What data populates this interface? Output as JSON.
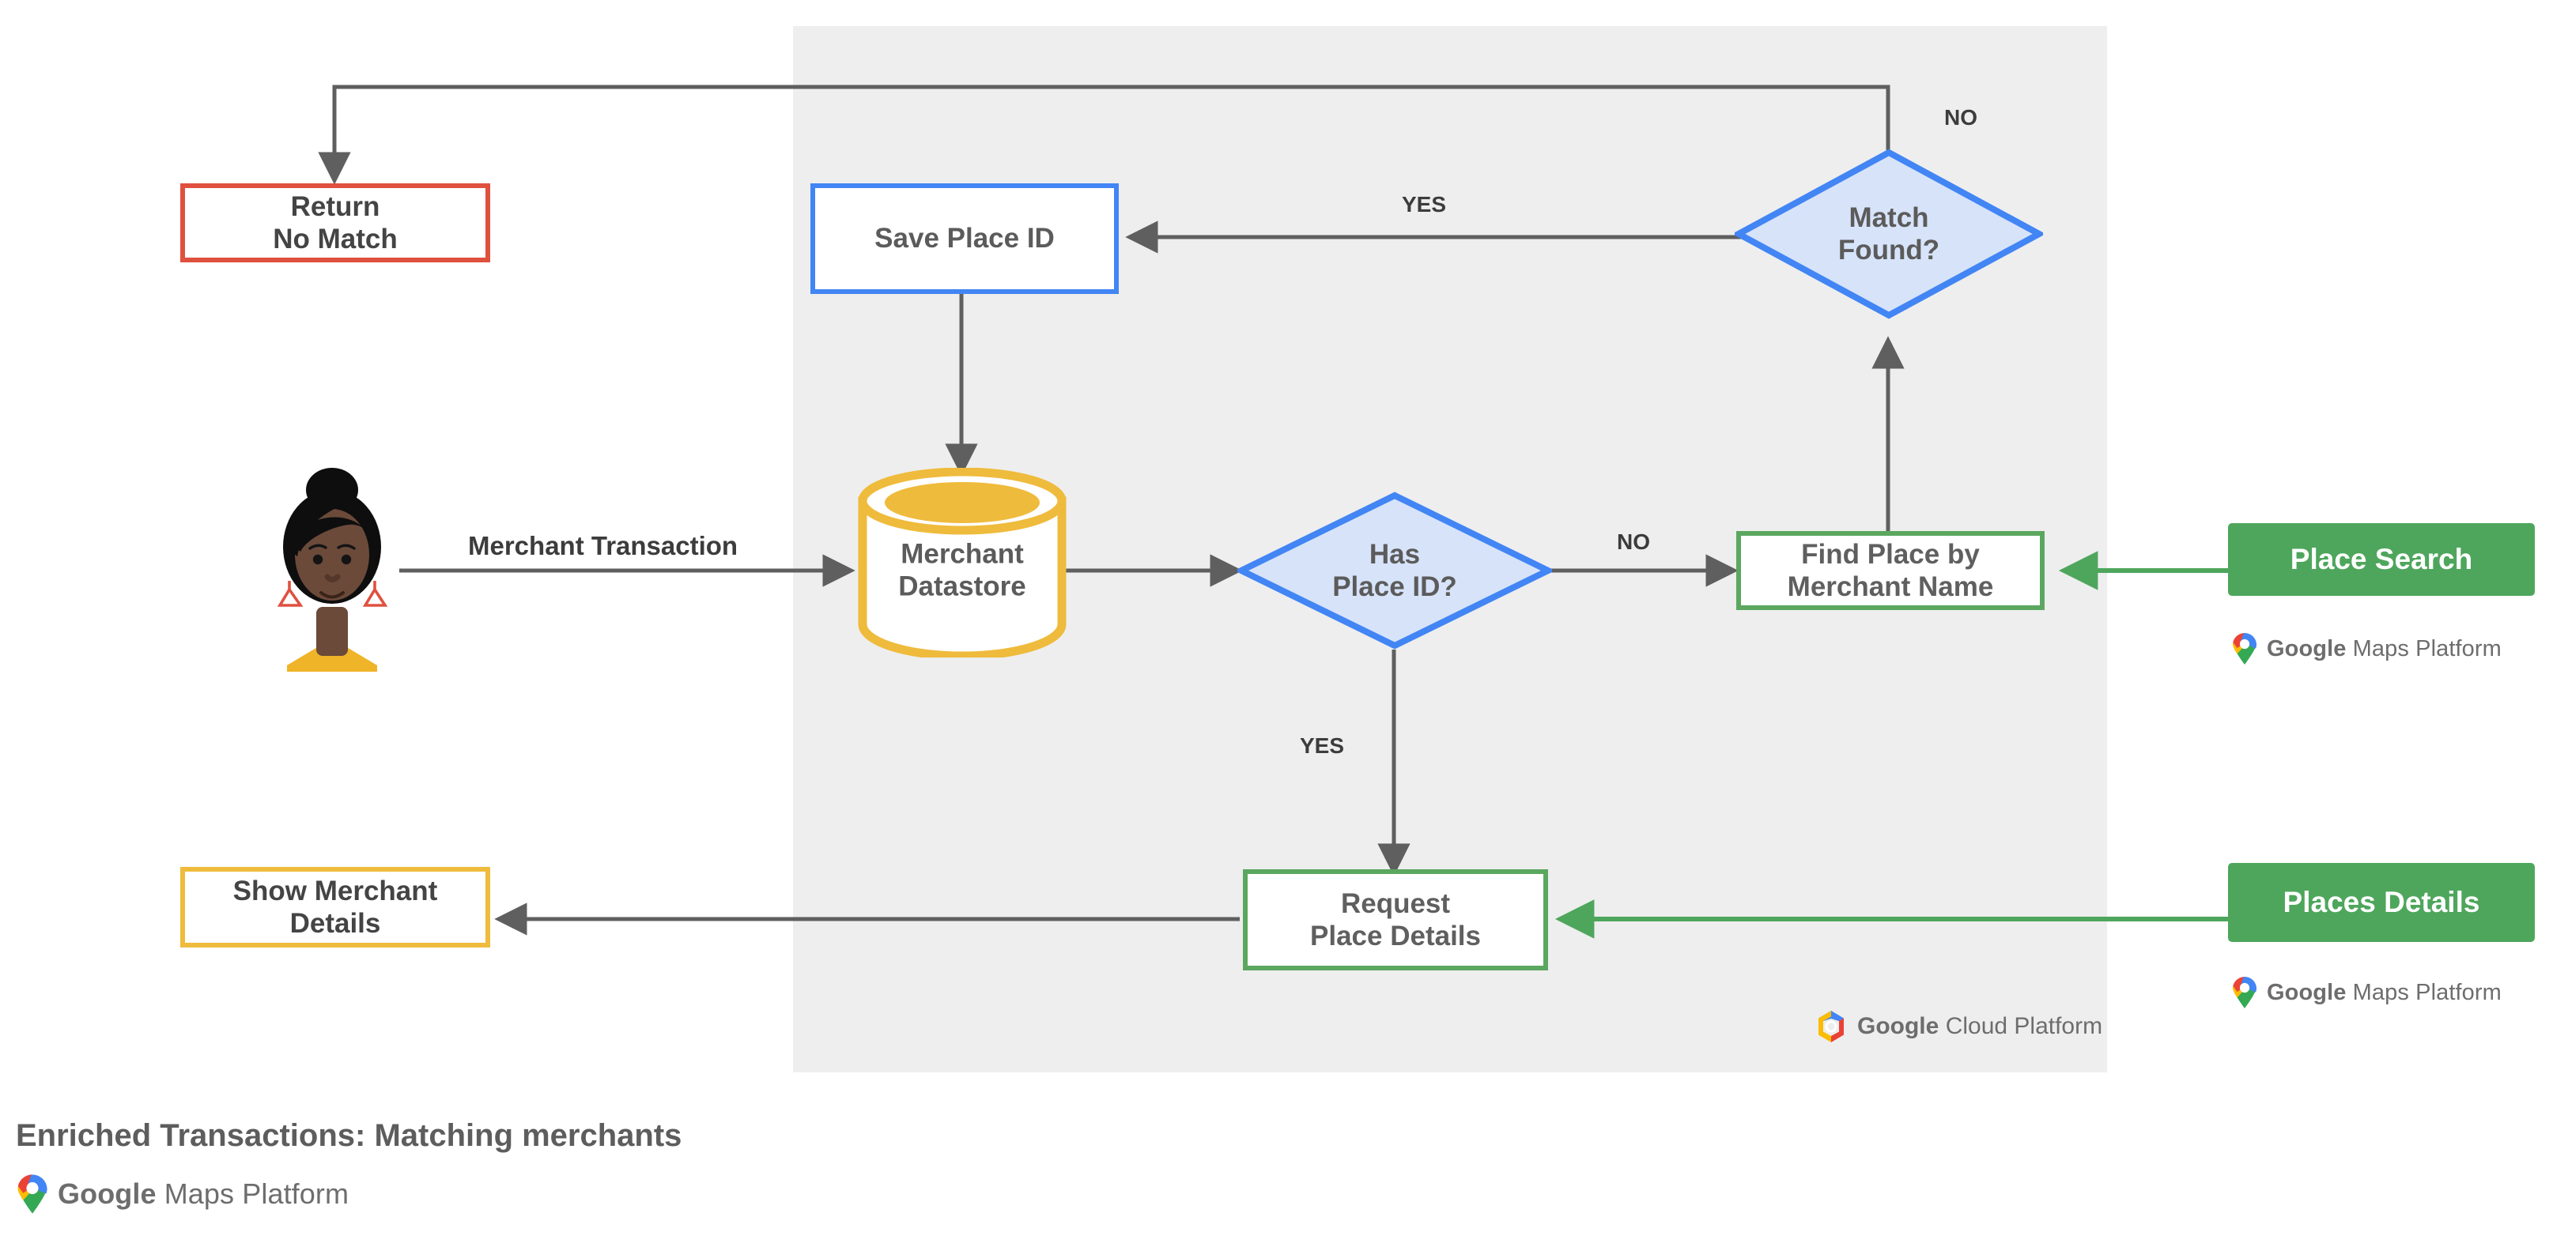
{
  "caption": {
    "title": "Enriched Transactions: Matching merchants",
    "logo": "google-maps-platform-logo",
    "logo_bold": "Google",
    "logo_light": "Maps Platform"
  },
  "panel": {
    "name": "google-cloud-platform-region",
    "logo_bold": "Google",
    "logo_light": "Cloud Platform"
  },
  "actor": {
    "name": "merchant-customer-avatar",
    "flow_label": "Merchant Transaction"
  },
  "nodes": {
    "return_no_match": {
      "label": "Return\nNo Match",
      "color": "#e0503f",
      "shape": "rect"
    },
    "save_place_id": {
      "label": "Save Place ID",
      "color": "#4285f4",
      "shape": "rect"
    },
    "merchant_datastore": {
      "label": "Merchant\nDatastore",
      "color": "#efbb3c",
      "shape": "cylinder"
    },
    "has_place_id": {
      "label": "Has\nPlace ID?",
      "color": "#4285f4",
      "fill": "#d7e3f9",
      "shape": "diamond"
    },
    "match_found": {
      "label": "Match\nFound?",
      "color": "#4285f4",
      "fill": "#d7e3f9",
      "shape": "diamond"
    },
    "find_place": {
      "label": "Find Place by\nMerchant Name",
      "color": "#5ba75f",
      "shape": "rect"
    },
    "request_place_details": {
      "label": "Request\nPlace Details",
      "color": "#5ba75f",
      "shape": "rect"
    },
    "show_merchant_details": {
      "label": "Show Merchant\nDetails",
      "color": "#efbb3c",
      "shape": "rect"
    }
  },
  "api_cards": {
    "place_search": {
      "label": "Place Search",
      "color": "#4ea65c",
      "logo_bold": "Google",
      "logo_light": "Maps Platform"
    },
    "places_details": {
      "label": "Places Details",
      "color": "#4ea65c",
      "logo_bold": "Google",
      "logo_light": "Maps Platform"
    }
  },
  "edge_labels": {
    "has_place_id_no": "NO",
    "has_place_id_yes": "YES",
    "match_found_yes": "YES",
    "match_found_no": "NO"
  }
}
